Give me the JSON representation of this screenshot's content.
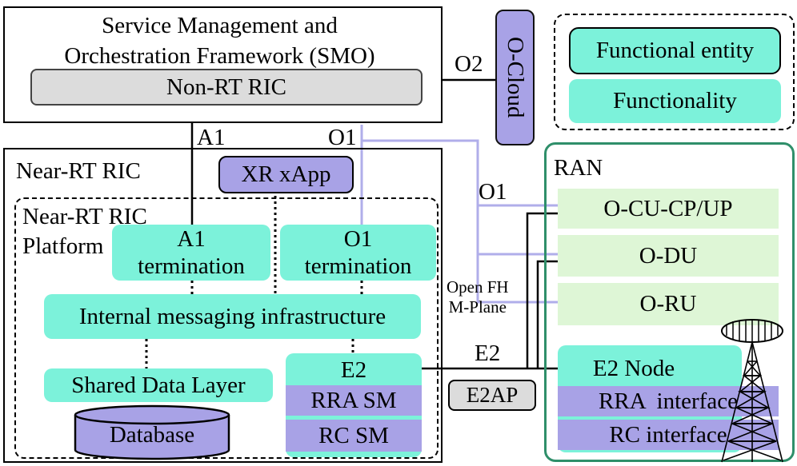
{
  "smo": {
    "title_line1": "Service Management and",
    "title_line2": "Orchestration Framework (SMO)",
    "nonrt_ric": "Non-RT RIC"
  },
  "ocloud": {
    "label": "O-Cloud"
  },
  "legend": {
    "entity": "Functional entity",
    "functionality": "Functionality"
  },
  "interfaces": {
    "o2": "O2",
    "a1": "A1",
    "o1_top": "O1",
    "o1_ran": "O1",
    "e2": "E2",
    "open_fh_line1": "Open FH",
    "open_fh_line2": "M-Plane"
  },
  "near_rt": {
    "title": "Near-RT RIC",
    "xapp": "XR xApp",
    "platform_line1": "Near-RT RIC",
    "platform_line2": "Platform",
    "a1_term_line1": "A1",
    "a1_term_line2": "termination",
    "o1_term_line1": "O1",
    "o1_term_line2": "termination",
    "messaging": "Internal messaging infrastructure",
    "sdl": "Shared Data Layer",
    "database": "Database",
    "e2": "E2",
    "rra_sm": "RRA SM",
    "rc_sm": "RC SM"
  },
  "e2ap": "E2AP",
  "ran": {
    "title": "RAN",
    "ocu": "O-CU-CP/UP",
    "odu": "O-DU",
    "oru": "O-RU",
    "e2_node": "E2 Node",
    "rra_if": "RRA  interface",
    "rc_if": "RC interface"
  },
  "colors": {
    "functional_entity": "#7cf2da",
    "interface_purple": "#a8a2e6",
    "ran_border": "#2f8f6a",
    "o1_line": "#b0aeea"
  }
}
